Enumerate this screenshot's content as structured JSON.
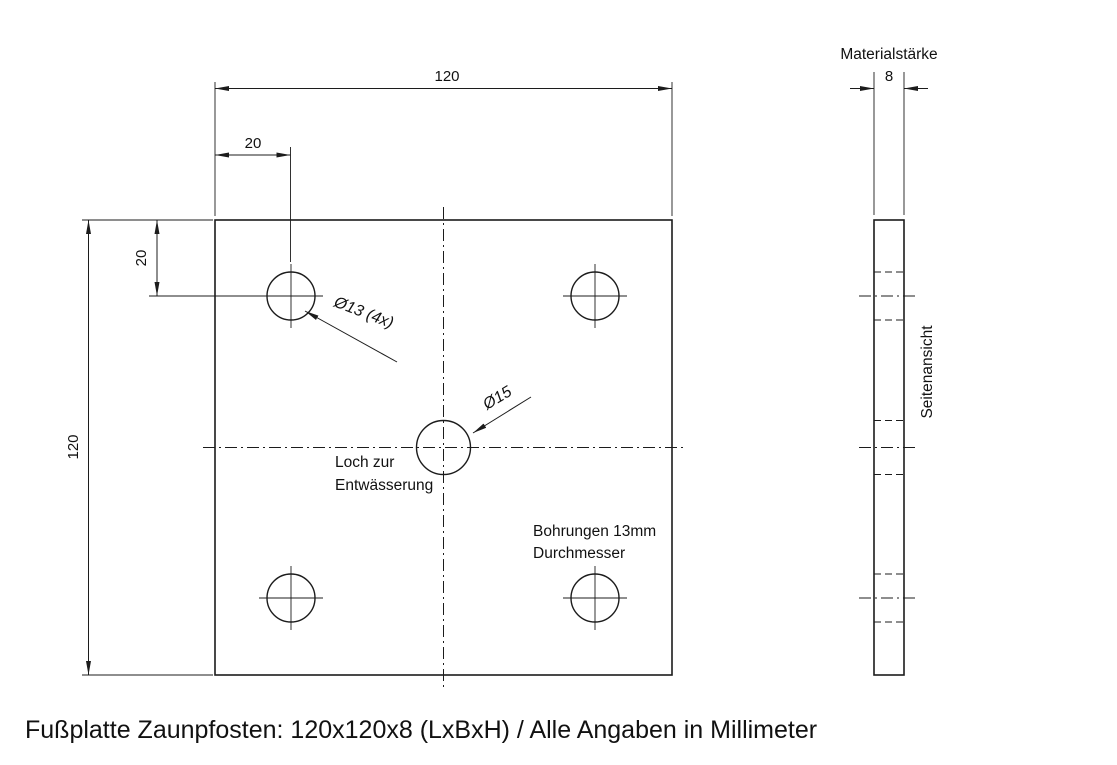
{
  "caption": "Fußplatte Zaunpfosten: 120x120x8 (LxBxH) / Alle Angaben in Millimeter",
  "front_view": {
    "dim_top_width": "120",
    "dim_left_height": "120",
    "dim_hole_offset_x": "20",
    "dim_hole_offset_y": "20",
    "corner_hole_label": "Ø13 (4x)",
    "center_hole_label": "Ø15",
    "drain_note_line1": "Loch zur",
    "drain_note_line2": "Entwässerung",
    "bore_note_line1": "Bohrungen 13mm",
    "bore_note_line2": "Durchmesser"
  },
  "side_view": {
    "header": "Materialstärke",
    "dim_thickness": "8",
    "view_label": "Seitenansicht"
  }
}
